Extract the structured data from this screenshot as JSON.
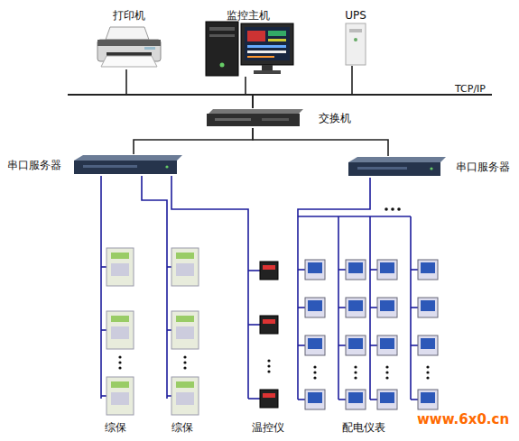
{
  "diagram": {
    "nodes": [
      {
        "text": [
          "打印机"
        ]
      },
      {
        "text": [
          "监控主机"
        ]
      },
      {
        "text": [
          "UPS"
        ]
      },
      {
        "text": [
          "交换机"
        ]
      },
      {
        "text": [
          "串口服务器"
        ]
      },
      {
        "text": [
          "串口服务器"
        ]
      },
      {
        "text": [
          "综保"
        ]
      },
      {
        "text": [
          "综保"
        ]
      },
      {
        "text": [
          "温控仪"
        ]
      },
      {
        "text": [
          "配电仪表"
        ]
      }
    ],
    "edges": [
      {
        "from": 0,
        "to": 3,
        "arrow": "none"
      },
      {
        "from": 1,
        "to": 3,
        "arrow": "none"
      },
      {
        "from": 2,
        "to": 3,
        "arrow": "none"
      },
      {
        "from": 3,
        "to": 4,
        "arrow": "none"
      },
      {
        "from": 3,
        "to": 5,
        "arrow": "none"
      },
      {
        "from": 4,
        "to": 6,
        "arrow": "none"
      },
      {
        "from": 4,
        "to": 7,
        "arrow": "none"
      },
      {
        "from": 4,
        "to": 8,
        "arrow": "none"
      },
      {
        "from": 5,
        "to": 9,
        "arrow": "none"
      }
    ],
    "labels": [
      "TCP/IP",
      "www.6x0.cn"
    ]
  }
}
